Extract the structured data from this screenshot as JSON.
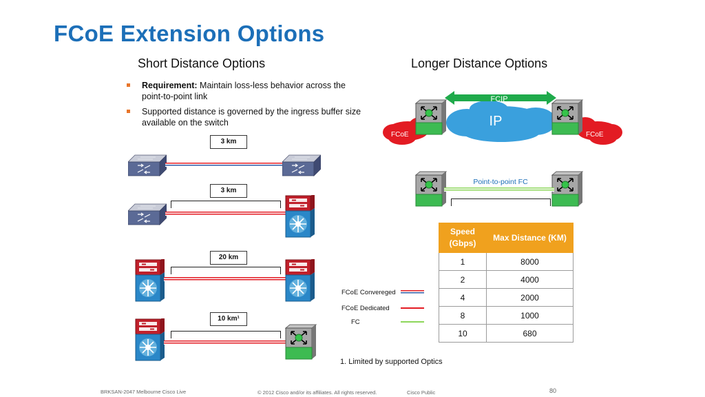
{
  "title": "FCoE Extension Options",
  "short": {
    "heading": "Short Distance Options",
    "requirement_bold": "Requirement:",
    "requirement_text": " Maintain loss-less behavior across the point-to-point link",
    "bullet2": "Supported distance is governed by the ingress buffer size available on the switch",
    "labels": [
      "3 km",
      "3 km",
      "20 km",
      "10 km¹"
    ]
  },
  "long": {
    "heading": "Longer Distance Options",
    "fcip": "FCIP",
    "ip": "IP",
    "fcoe_left": "FCoE",
    "fcoe_right": "FCoE",
    "ptp": "Point-to-point FC"
  },
  "legend": {
    "converged": "FCoE Convereged",
    "dedicated": "FCoE Dedicated",
    "fc": "FC"
  },
  "table": {
    "header_speed": "Speed (Gbps)",
    "header_distance": "Max Distance (KM)",
    "rows": [
      {
        "speed": "1",
        "distance": "8000"
      },
      {
        "speed": "2",
        "distance": "4000"
      },
      {
        "speed": "4",
        "distance": "2000"
      },
      {
        "speed": "8",
        "distance": "1000"
      },
      {
        "speed": "10",
        "distance": "680"
      }
    ]
  },
  "footnote": "1.   Limited by supported Optics",
  "footer": {
    "session": "BRKSAN-2047 Melbourne Cisco Live",
    "copyright": "© 2012 Cisco and/or its affiliates. All rights reserved.",
    "classification": "Cisco Public",
    "page": "80"
  },
  "colors": {
    "title": "#1c6fb8",
    "orange": "#f0a11e",
    "fcoe_red": "#e31b23",
    "fc_green": "#8cd65a",
    "fcip_green": "#1faa4b",
    "cloud_blue": "#3aa0dd"
  }
}
